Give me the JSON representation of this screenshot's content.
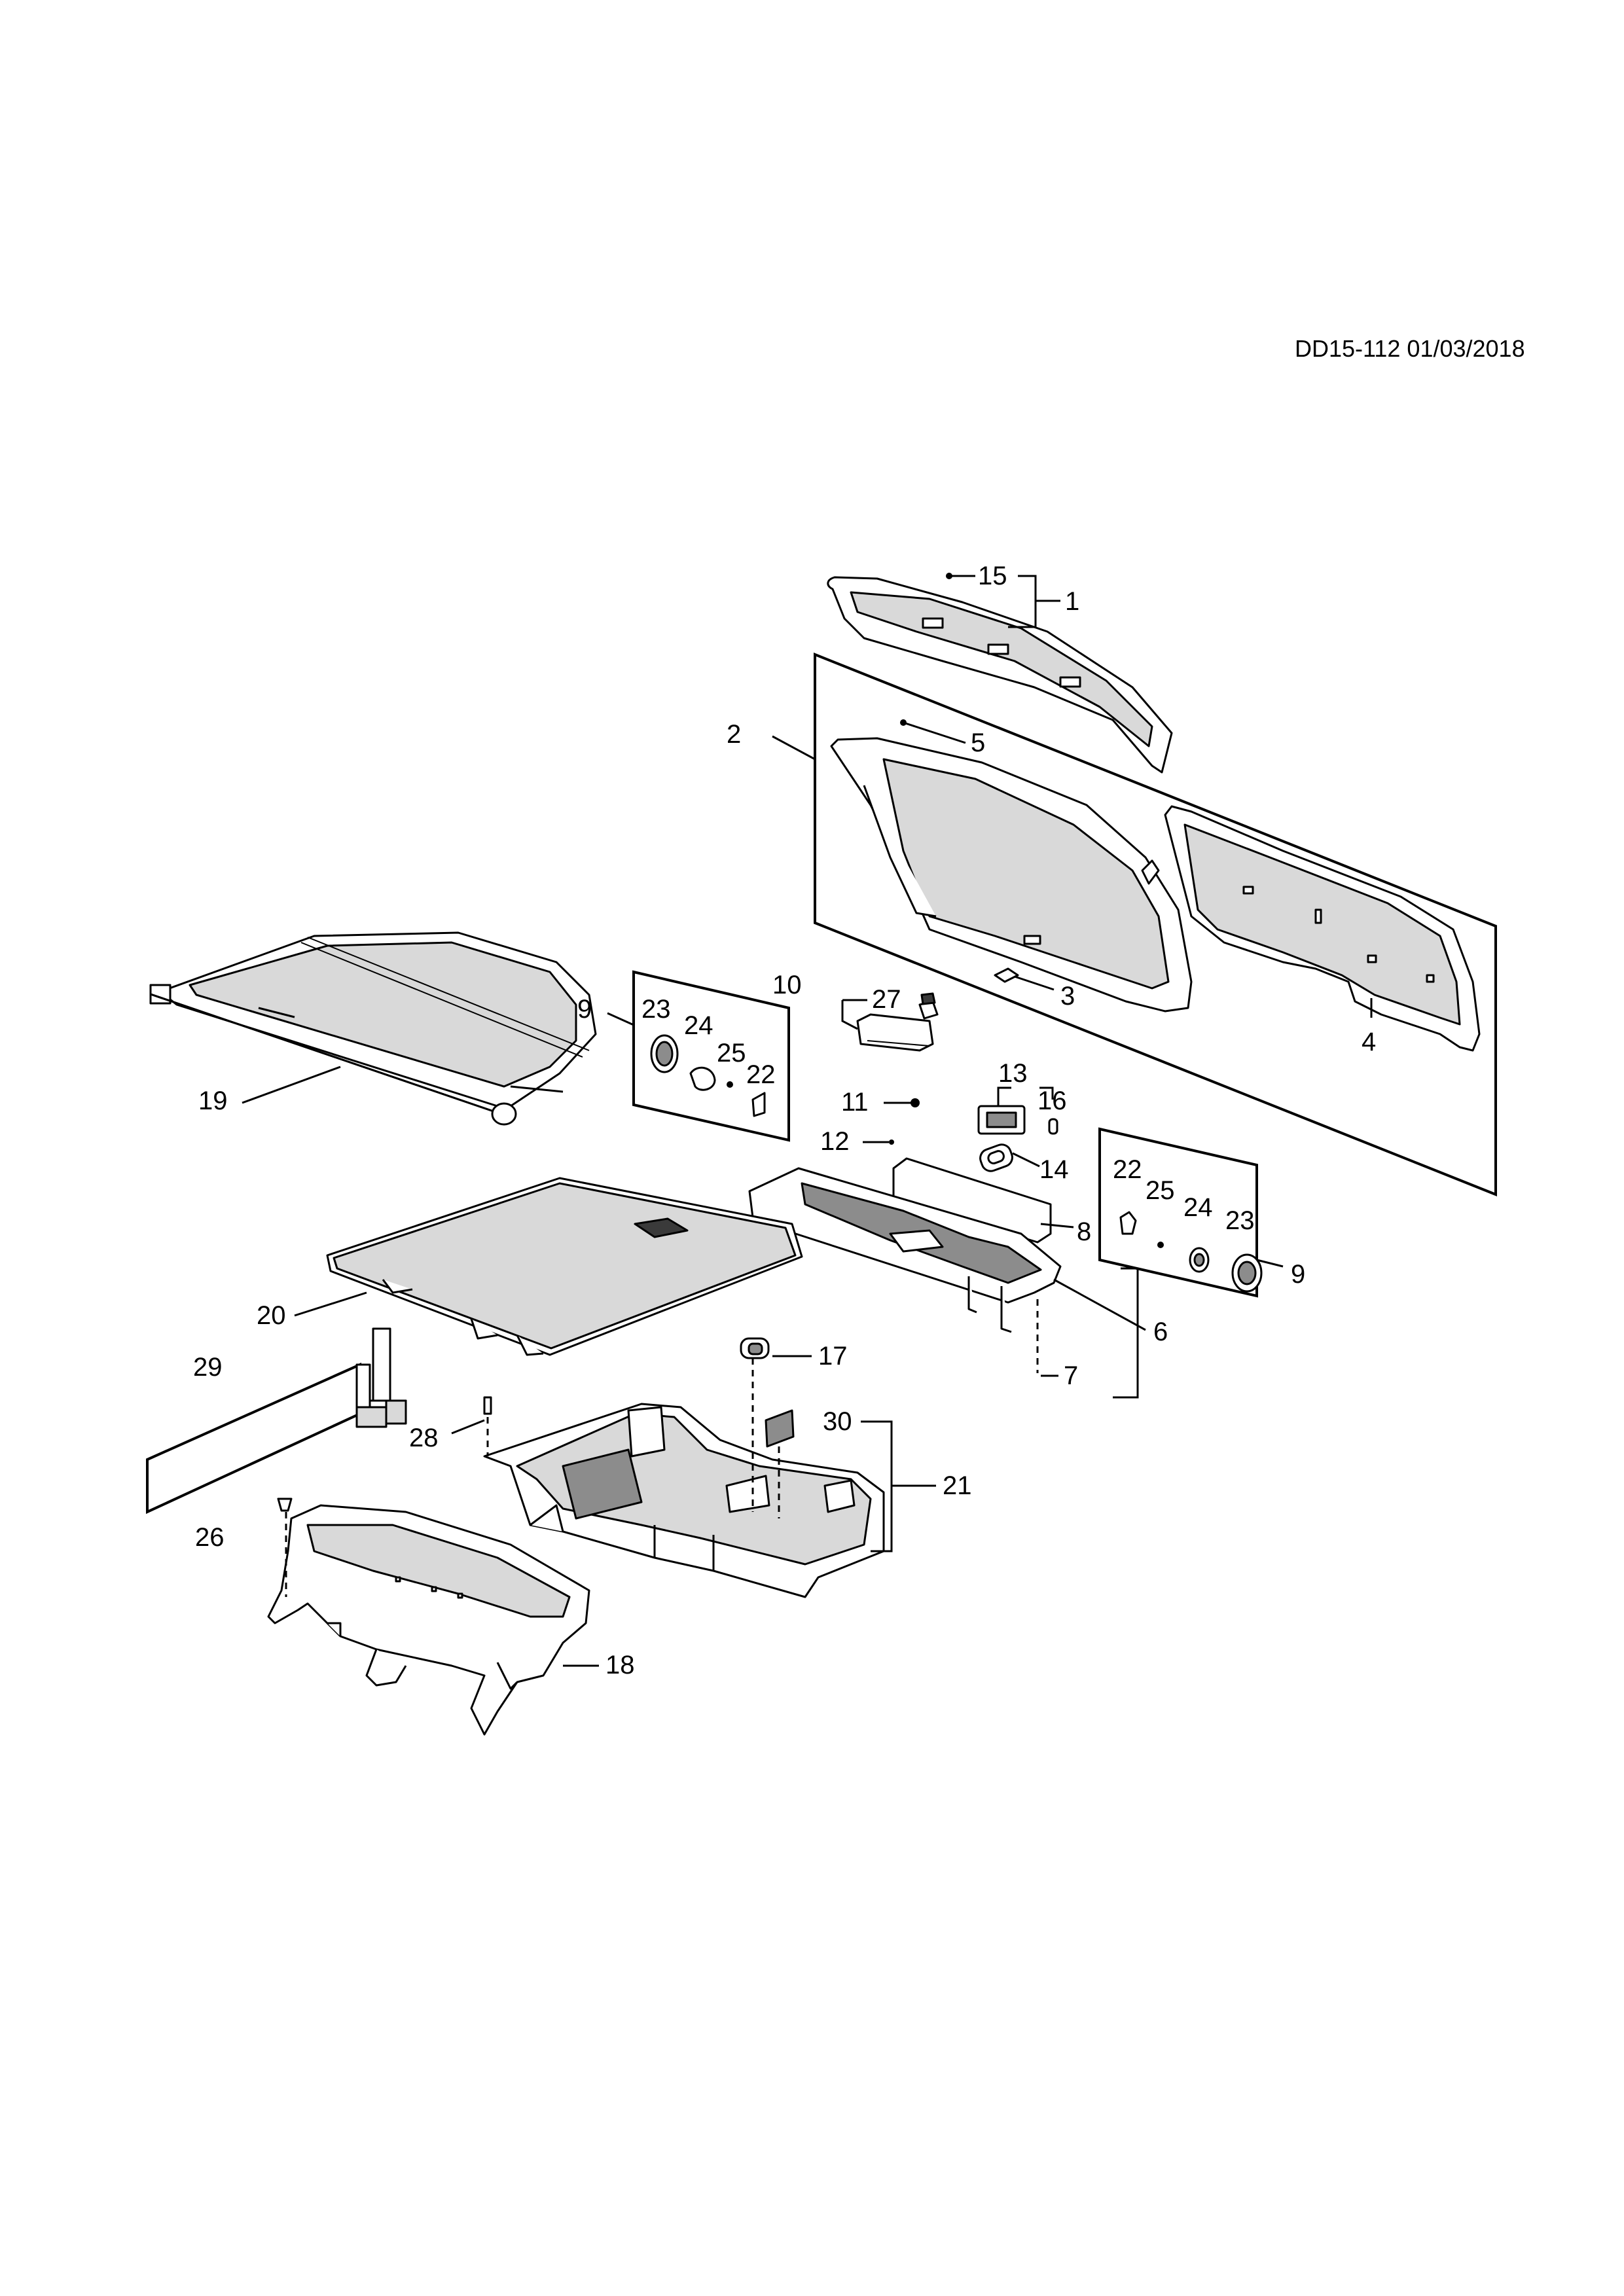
{
  "document": {
    "reference": "DD15-112 01/03/2018"
  },
  "callouts": {
    "c1": "1",
    "c2": "2",
    "c3": "3",
    "c4": "4",
    "c5": "5",
    "c6": "6",
    "c7": "7",
    "c8": "8",
    "c9a": "9",
    "c9b": "9",
    "c10": "10",
    "c11": "11",
    "c12": "12",
    "c13": "13",
    "c14": "14",
    "c15": "15",
    "c16": "16",
    "c17": "17",
    "c18": "18",
    "c19": "19",
    "c20": "20",
    "c21": "21",
    "c22a": "22",
    "c22b": "22",
    "c23a": "23",
    "c23b": "23",
    "c24a": "24",
    "c24b": "24",
    "c25a": "25",
    "c25b": "25",
    "c26": "26",
    "c27": "27",
    "c28": "28",
    "c29": "29",
    "c30": "30"
  }
}
